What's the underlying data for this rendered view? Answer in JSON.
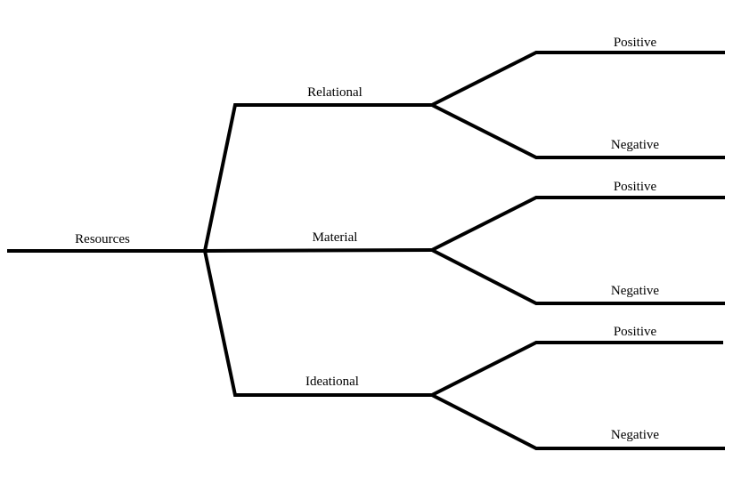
{
  "tree": {
    "root": "Resources",
    "branches": [
      {
        "label": "Relational",
        "leaves": [
          "Positive",
          "Negative"
        ]
      },
      {
        "label": "Material",
        "leaves": [
          "Positive",
          "Negative"
        ]
      },
      {
        "label": "Ideational",
        "leaves": [
          "Positive",
          "Negative"
        ]
      }
    ]
  },
  "colors": {
    "line": "#000000",
    "text": "#000000",
    "background": "#ffffff"
  }
}
